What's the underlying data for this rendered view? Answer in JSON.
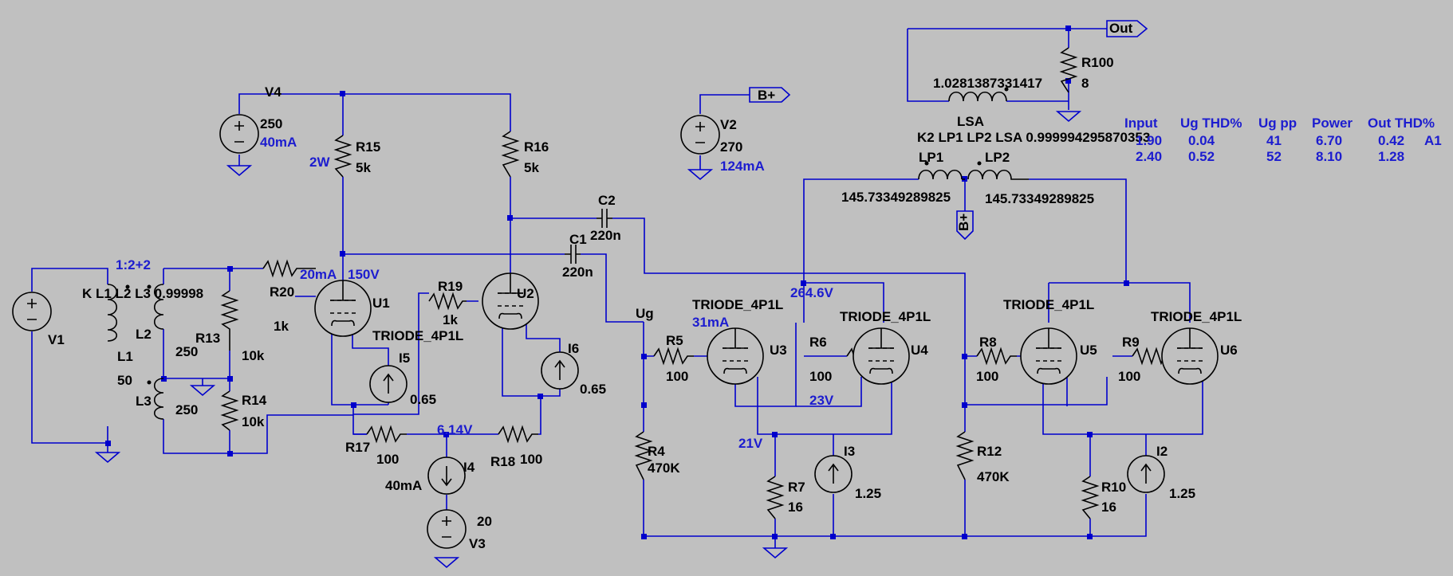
{
  "components": {
    "V1": {
      "name": "V1"
    },
    "V2": {
      "name": "V2",
      "value": "270",
      "current": "124mA"
    },
    "V3": {
      "name": "V3",
      "value": "20"
    },
    "V4": {
      "name": "V4",
      "value": "250",
      "current": "40mA"
    },
    "L1": {
      "name": "L1",
      "value": "50"
    },
    "L2": {
      "name": "L2",
      "value": "250"
    },
    "L3": {
      "name": "L3",
      "value": "250"
    },
    "R4": {
      "name": "R4",
      "value": "470K"
    },
    "R5": {
      "name": "R5",
      "value": "100"
    },
    "R6": {
      "name": "R6",
      "value": "100"
    },
    "R7": {
      "name": "R7",
      "value": "16"
    },
    "R8": {
      "name": "R8",
      "value": "100"
    },
    "R9": {
      "name": "R9",
      "value": "100"
    },
    "R10": {
      "name": "R10",
      "value": "16"
    },
    "R12": {
      "name": "R12",
      "value": "470K"
    },
    "R13": {
      "name": "R13",
      "value": "10k"
    },
    "R14": {
      "name": "R14",
      "value": "10k"
    },
    "R15": {
      "name": "R15",
      "value": "5k"
    },
    "R16": {
      "name": "R16",
      "value": "5k"
    },
    "R17": {
      "name": "R17",
      "value": "100"
    },
    "R18": {
      "name": "R18",
      "value": "100"
    },
    "R19": {
      "name": "R19",
      "value": "1k"
    },
    "R20": {
      "name": "R20",
      "value": "1k"
    },
    "R100": {
      "name": "R100",
      "value": "8"
    },
    "C1": {
      "name": "C1",
      "value": "220n"
    },
    "C2": {
      "name": "C2",
      "value": "220n"
    },
    "I2": {
      "name": "I2",
      "value": "1.25"
    },
    "I3": {
      "name": "I3",
      "value": "1.25"
    },
    "I4": {
      "name": "I4",
      "value": "40mA"
    },
    "I5": {
      "name": "I5",
      "value": "0.65"
    },
    "I6": {
      "name": "I6",
      "value": "0.65"
    },
    "U1": {
      "name": "U1",
      "model": "TRIODE_4P1L"
    },
    "U2": {
      "name": "U2"
    },
    "U3": {
      "name": "U3",
      "model": "TRIODE_4P1L"
    },
    "U4": {
      "name": "U4",
      "model": "TRIODE_4P1L"
    },
    "U5": {
      "name": "U5",
      "model": "TRIODE_4P1L"
    },
    "U6": {
      "name": "U6",
      "model": "TRIODE_4P1L"
    },
    "LSA": {
      "name": "LSA",
      "value": "1.0281387331417"
    },
    "LP1": {
      "name": "LP1",
      "value": "145.73349289825"
    },
    "LP2": {
      "name": "LP2",
      "value": "145.73349289825"
    }
  },
  "directives": {
    "k_input": "K L1 L2 L3 0.99998",
    "k_output": "K2 LP1 LP2 LSA 0.999994295870353",
    "ratio": "1:2+2"
  },
  "annotations": {
    "r15_power": "2W",
    "u1_current": "20mA",
    "u1_voltage": "150V",
    "node_6v": "6.14V",
    "u3_current": "31mA",
    "plate_voltage": "264.6V",
    "cathode_23v": "23V",
    "cathode_21v": "21V"
  },
  "nets": {
    "out": "Out",
    "bplus_top": "B+",
    "bplus_mid": "B+",
    "ug": "Ug"
  },
  "results": {
    "headers": [
      "Input",
      "Ug THD%",
      "Ug pp",
      "Power",
      "Out THD%"
    ],
    "rows": [
      {
        "input": "1.90",
        "ug_thd": "0.04",
        "ug_pp": "41",
        "power": "6.70",
        "out_thd": "0.42",
        "tag": "A1"
      },
      {
        "input": "2.40",
        "ug_thd": "0.52",
        "ug_pp": "52",
        "power": "8.10",
        "out_thd": "1.28",
        "tag": ""
      }
    ]
  }
}
